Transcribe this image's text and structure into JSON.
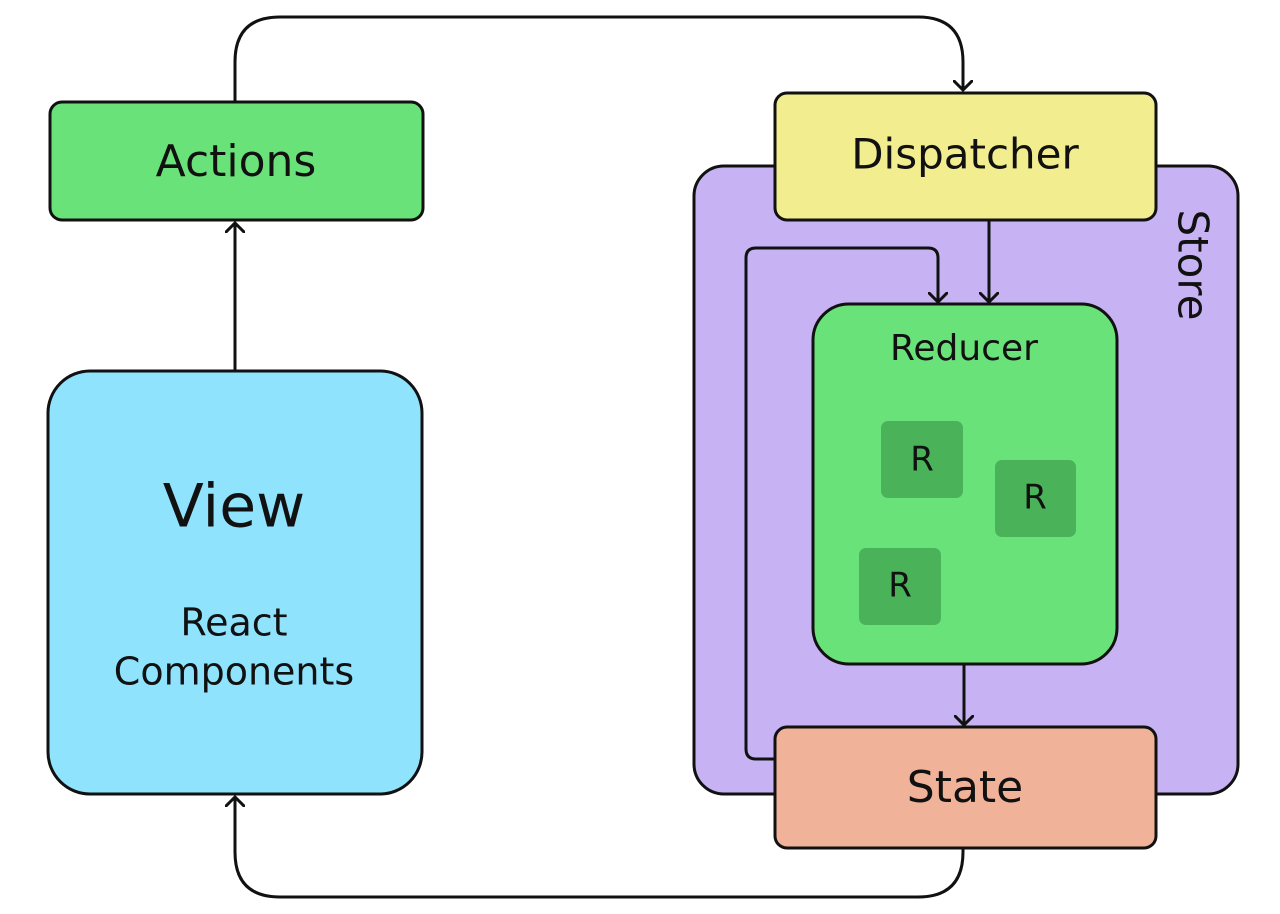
{
  "nodes": {
    "actions": {
      "label": "Actions",
      "color": "#6ae27a"
    },
    "view": {
      "title": "View",
      "subtitle_line1": "React",
      "subtitle_line2": "Components",
      "color": "#8fe3fd"
    },
    "dispatcher": {
      "label": "Dispatcher",
      "color": "#f2ed8e"
    },
    "store": {
      "label": "Store",
      "color": "#c7b3f3"
    },
    "reducer": {
      "label": "Reducer",
      "color": "#6ae27a",
      "sub_reducer_color": "#4ab35a",
      "sub_reducers": [
        "R",
        "R",
        "R"
      ]
    },
    "state": {
      "label": "State",
      "color": "#f0b298"
    }
  },
  "edges": [
    {
      "from": "view",
      "to": "actions"
    },
    {
      "from": "actions",
      "to": "dispatcher"
    },
    {
      "from": "dispatcher",
      "to": "reducer"
    },
    {
      "from": "state",
      "to": "reducer"
    },
    {
      "from": "reducer",
      "to": "state"
    },
    {
      "from": "state",
      "to": "view"
    }
  ],
  "colors": {
    "stroke": "#111111",
    "background": "#ffffff"
  }
}
